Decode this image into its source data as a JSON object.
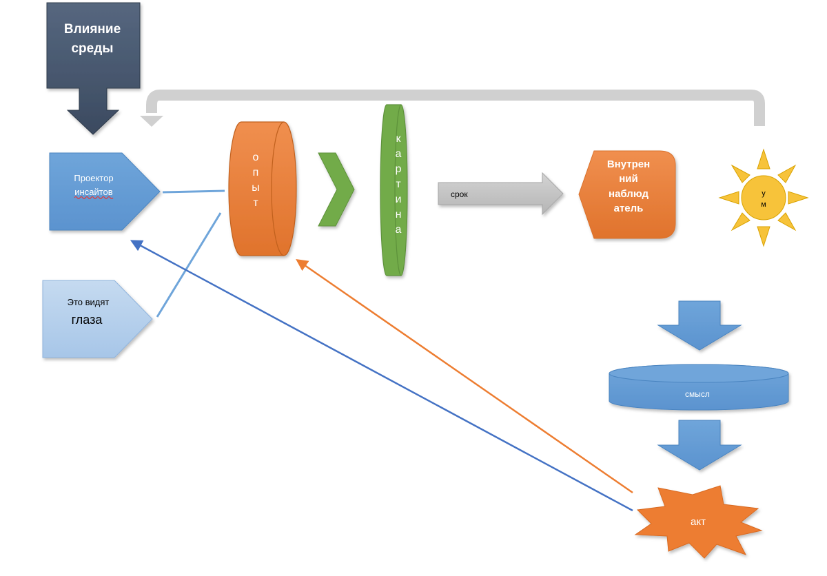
{
  "nodes": {
    "environment": {
      "line1": "Влияние",
      "line2": "среды"
    },
    "projector": {
      "line1": "Проектор",
      "line2": "инсайтов"
    },
    "eyes": {
      "line1": "Это видят",
      "line2": "глаза"
    },
    "experience": {
      "letters": [
        "о",
        "п",
        "ы",
        "т"
      ]
    },
    "picture": {
      "letters": [
        "к",
        "а",
        "р",
        "т",
        "и",
        "н",
        "а"
      ]
    },
    "term": {
      "label": "срок"
    },
    "observer": {
      "lines": [
        "Внутрен",
        "ний",
        "наблюд",
        "атель"
      ]
    },
    "mind": {
      "line1": "у",
      "line2": "м"
    },
    "meaning": {
      "label": "смысл"
    },
    "act": {
      "label": "акт"
    }
  },
  "colors": {
    "navy": "#44546A",
    "blue": "#5B9BD5",
    "light_blue": "#9DC3E6",
    "orange": "#ED7D31",
    "green": "#70AD47",
    "gray": "#BFBFBF",
    "sun": "#FFC000",
    "line_blue": "#4472C4"
  }
}
